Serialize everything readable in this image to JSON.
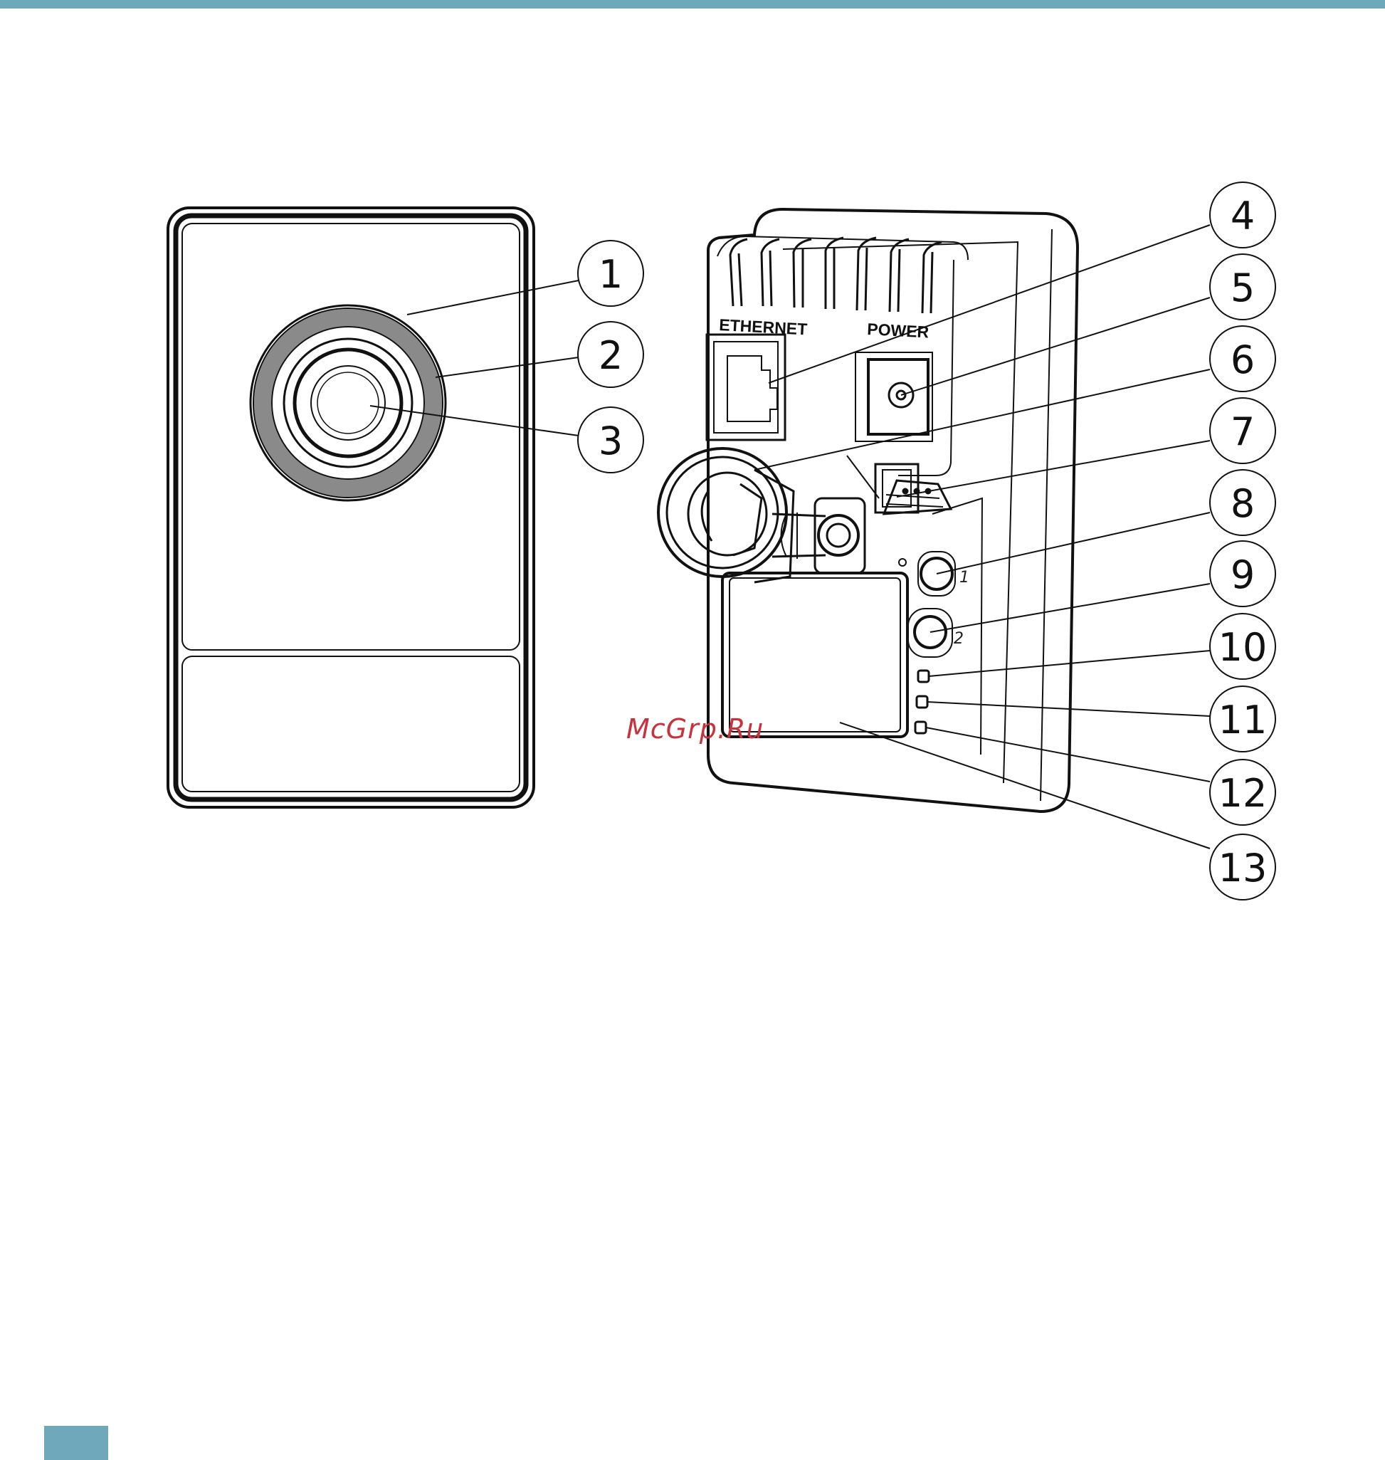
{
  "labels": {
    "ethernet": "ETHERNET",
    "power": "POWER",
    "button_1": "1",
    "button_2": "2"
  },
  "callouts": [
    "1",
    "2",
    "3",
    "4",
    "5",
    "6",
    "7",
    "8",
    "9",
    "10",
    "11",
    "12",
    "13"
  ],
  "watermark": "McGrp.Ru",
  "colors": {
    "accent": "#6fa8bb",
    "watermark": "#c8323c",
    "ring": "#8a8a8a"
  }
}
